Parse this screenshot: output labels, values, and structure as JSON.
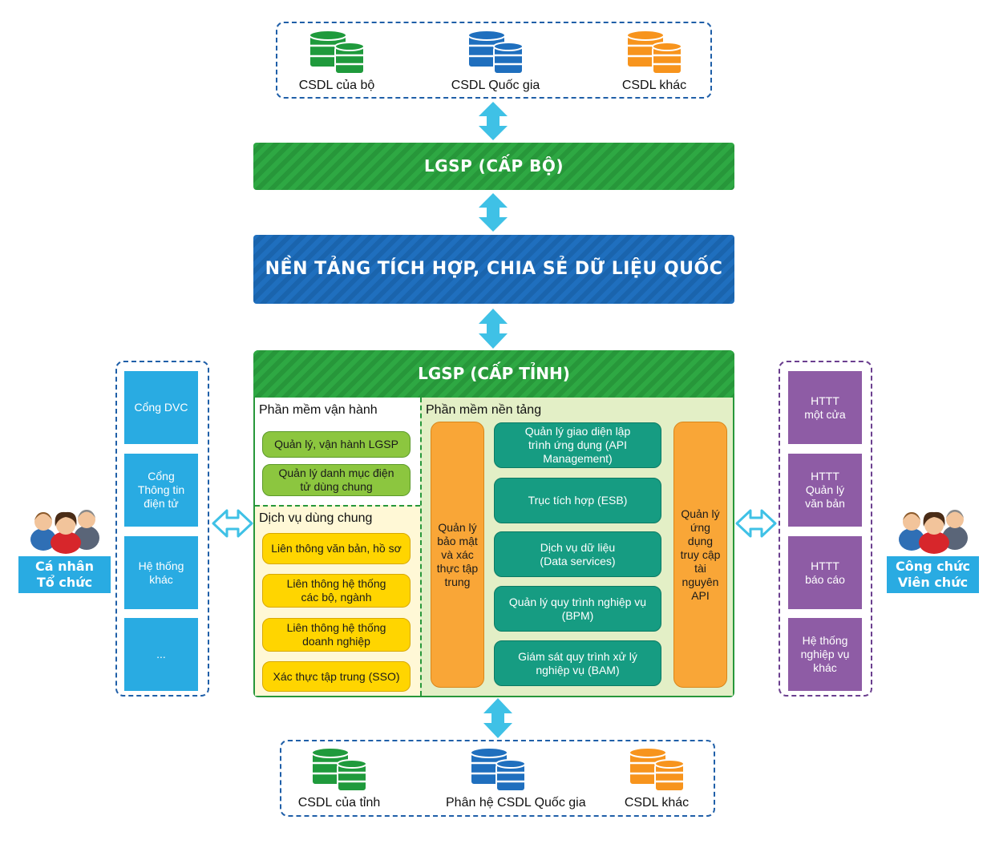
{
  "top_databases": [
    {
      "label": "CSDL của bộ",
      "color": "#1f9a3c"
    },
    {
      "label": "CSDL Quốc gia",
      "color": "#1f6fbe"
    },
    {
      "label": "CSDL khác",
      "color": "#f7941d"
    }
  ],
  "lgsp_bo": "LGSP (CẤP BỘ)",
  "national_platform": "NỀN TẢNG TÍCH HỢP, CHIA SẺ DỮ LIỆU QUỐC GIA",
  "lgsp_tinh": {
    "title": "LGSP (CẤP TỈNH)",
    "operation_software": {
      "title": "Phần mềm vận hành",
      "items": [
        "Quản lý, vận hành LGSP",
        "Quản lý danh mục điện tử dùng chung"
      ]
    },
    "shared_services": {
      "title": "Dịch vụ dùng chung",
      "items": [
        "Liên thông văn bản, hồ sơ",
        "Liên thông hệ thống các bộ, ngành",
        "Liên thông hệ thống doanh nghiệp",
        "Xác thực tập trung (SSO)"
      ]
    },
    "platform_software": {
      "title": "Phần mềm nền tảng",
      "left_column": "Quản lý bảo mật và xác thực tập trung",
      "right_column": "Quản lý ứng dụng truy cập tài nguyên API",
      "items": [
        "Quản lý giao diện lập trình ứng dụng (API Management)",
        "Trục tích hợp (ESB)",
        "Dịch vụ dữ liệu (Data services)",
        "Quản lý quy trình nghiệp vụ (BPM)",
        "Giám sát quy trình xử lý nghiệp vụ (BAM)"
      ]
    }
  },
  "left_panel": [
    "Cổng DVC",
    "Cổng Thông tin điện tử",
    "Hệ thống khác",
    "..."
  ],
  "right_panel": [
    "HTTT một cửa",
    "HTTT Quản lý văn bản",
    "HTTT báo cáo",
    "Hệ thống nghiệp vụ khác"
  ],
  "left_users": {
    "line1": "Cá nhân",
    "line2": "Tổ chức"
  },
  "right_users": {
    "line1": "Công chức",
    "line2": "Viên chức"
  },
  "bottom_databases": [
    {
      "label": "CSDL của tỉnh",
      "color": "#1f9a3c"
    },
    {
      "label": "Phân hệ CSDL Quốc gia",
      "color": "#1f6fbe"
    },
    {
      "label": "CSDL khác",
      "color": "#f7941d"
    }
  ],
  "colors": {
    "green": "#2ea843",
    "blue": "#1f6fbe",
    "arrow": "#3fc1e6",
    "tile_blue": "#29abe2",
    "tile_purple": "#8e5ca5"
  }
}
